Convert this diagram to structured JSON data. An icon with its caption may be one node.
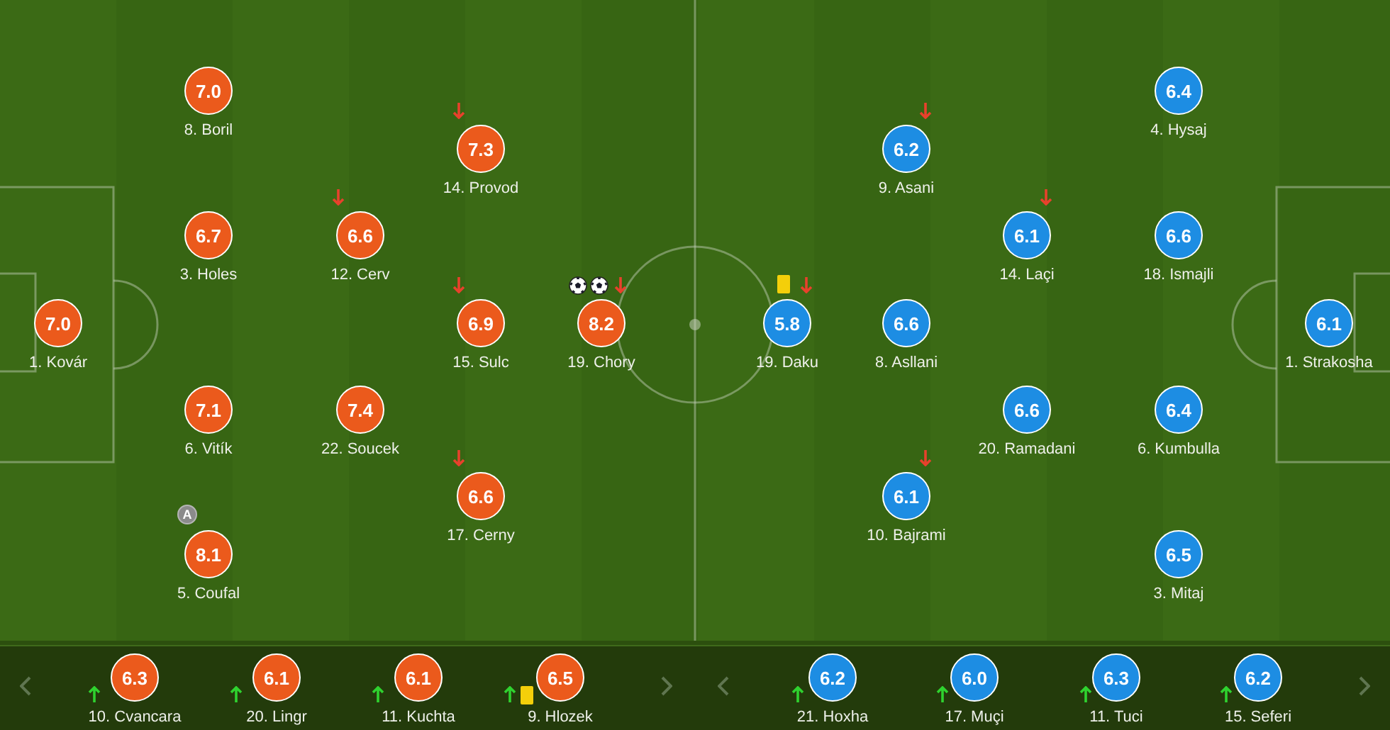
{
  "diagram": {
    "nodes": [
      {
        "text": [
          "7.0"
        ],
        "beside": [
          "1. Kovár"
        ]
      },
      {
        "text": [
          "7.0"
        ],
        "beside": [
          "8. Boril"
        ]
      },
      {
        "text": [
          "6.7"
        ],
        "beside": [
          "3. Holes"
        ]
      },
      {
        "text": [
          "7.1"
        ],
        "beside": [
          "6. Vitík"
        ]
      },
      {
        "text": [
          "A"
        ]
      },
      {
        "text": [
          "8.1"
        ],
        "beside": [
          "5. Coufal"
        ]
      },
      {
        "text": [
          "6.6"
        ],
        "beside": [
          "12. Cerv"
        ]
      },
      {
        "text": [
          "7.4"
        ],
        "beside": [
          "22. Soucek"
        ]
      },
      {
        "text": [
          "7.3"
        ],
        "beside": [
          "14. Provod"
        ]
      },
      {
        "text": [
          "6.9"
        ],
        "beside": [
          "15. Sulc"
        ]
      },
      {
        "text": [
          "6.6"
        ],
        "beside": [
          "17. Cerny"
        ]
      },
      {
        "text": [
          "8.2"
        ],
        "beside": [
          "19. Chory"
        ]
      },
      {
        "text": [
          "5.8"
        ],
        "beside": [
          "19. Daku"
        ]
      },
      {
        "text": [
          "6.2"
        ],
        "beside": [
          "9. Asani"
        ]
      },
      {
        "text": [
          "6.6"
        ],
        "beside": [
          "8. Asllani"
        ]
      },
      {
        "text": [
          "6.1"
        ],
        "beside": [
          "10. Bajrami"
        ]
      },
      {
        "text": [
          "6.1"
        ],
        "beside": [
          "14. Laçi"
        ]
      },
      {
        "text": [
          "6.6"
        ],
        "beside": [
          "20. Ramadani"
        ]
      },
      {
        "text": [
          "6.4"
        ],
        "beside": [
          "4. Hysaj"
        ]
      },
      {
        "text": [
          "6.6"
        ],
        "beside": [
          "18. Ismajli"
        ]
      },
      {
        "text": [
          "6.4"
        ],
        "beside": [
          "6. Kumbulla"
        ]
      },
      {
        "text": [
          "6.5"
        ],
        "beside": [
          "3. Mitaj"
        ]
      },
      {
        "text": [
          "6.1"
        ],
        "beside": [
          "1. Strakosha"
        ]
      },
      {
        "text": [
          "6.3"
        ],
        "beside": [
          "10. Cvancara"
        ]
      },
      {
        "text": [
          "6.1"
        ],
        "beside": [
          "20. Lingr"
        ]
      },
      {
        "text": [
          "6.1"
        ],
        "beside": [
          "11. Kuchta"
        ]
      },
      {
        "text": [
          "6.5"
        ],
        "beside": [
          "9. Hlozek"
        ]
      },
      {
        "text": [
          "6.2"
        ],
        "beside": [
          "21. Hoxha"
        ]
      },
      {
        "text": [
          "6.0"
        ],
        "beside": [
          "17. Muçi"
        ]
      },
      {
        "text": [
          "6.3"
        ],
        "beside": [
          "11. Tuci"
        ]
      },
      {
        "text": [
          "6.2"
        ],
        "beside": [
          "15. Seferi"
        ]
      }
    ]
  }
}
